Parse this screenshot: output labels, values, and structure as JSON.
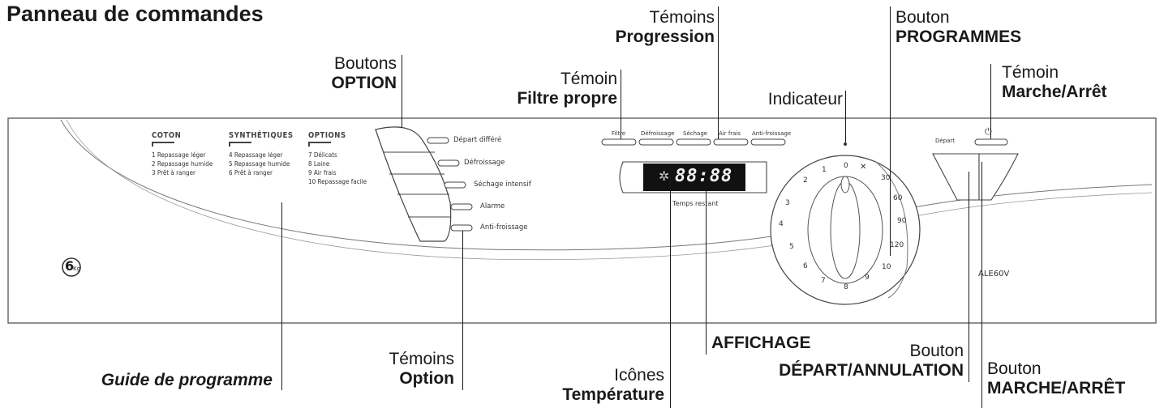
{
  "title": "Panneau de commandes",
  "callouts": {
    "boutons_option": {
      "line1": "Boutons",
      "line2": "OPTION"
    },
    "temoin_filtre": {
      "line1": "Témoin",
      "line2": "Filtre propre"
    },
    "temoins_progression": {
      "line1": "Témoins",
      "line2": "Progression"
    },
    "indicateur": {
      "line1": "Indicateur"
    },
    "bouton_programmes": {
      "line1": "Bouton",
      "line2": "PROGRAMMES"
    },
    "temoin_marche": {
      "line1": "Témoin",
      "line2": "Marche/Arrêt"
    },
    "guide": {
      "line1": "Guide de programme"
    },
    "temoins_option": {
      "line1": "Témoins",
      "line2": "Option"
    },
    "icones_temp": {
      "line1": "Icônes",
      "line2": "Température"
    },
    "affichage": {
      "line1": "AFFICHAGE"
    },
    "bouton_depart": {
      "line1": "Bouton",
      "line2": "DÉPART/ANNULATION"
    },
    "bouton_marche": {
      "line1": "Bouton",
      "line2": "MARCHE/ARRÊT"
    }
  },
  "guide": {
    "coton": {
      "head": "COTON",
      "items": [
        "1 Repassage léger",
        "2 Repassage humide",
        "3 Prêt à ranger"
      ]
    },
    "synth": {
      "head": "SYNTHÉTIQUES",
      "items": [
        "4 Repassage léger",
        "5 Repassage humide",
        "6 Prêt à ranger"
      ]
    },
    "options": {
      "head": "OPTIONS",
      "items": [
        "7 Délicats",
        "8 Laine",
        "9 Air frais",
        "10 Repassage facile"
      ]
    }
  },
  "option_labels": [
    "Départ différé",
    "Défroissage",
    "Séchage intensif",
    "Alarme",
    "Anti-froissage"
  ],
  "progress_labels": [
    "Filtre",
    "Défroissage",
    "Séchage",
    "Air frais",
    "Anti-froissage"
  ],
  "display": {
    "digits": "88:88",
    "caption": "Temps restant"
  },
  "depart_label": "Départ",
  "power_symbol": "⏻",
  "model": "ALE60V",
  "capacity": {
    "num": "6",
    "unit": "Kg"
  },
  "dial_numbers": [
    "0",
    "1",
    "2",
    "3",
    "4",
    "5",
    "6",
    "7",
    "8",
    "9",
    "10",
    "120",
    "90",
    "60",
    "30"
  ],
  "dial_fan_icon": "✕"
}
